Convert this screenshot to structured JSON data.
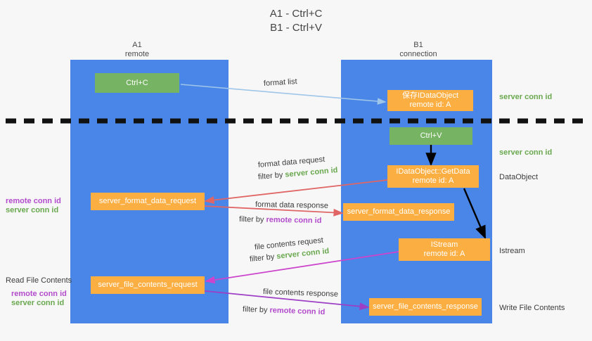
{
  "title": {
    "line1": "A1 - Ctrl+C",
    "line2": "B1 - Ctrl+V"
  },
  "lanes": [
    {
      "name": "A1",
      "sub": "remote"
    },
    {
      "name": "B1",
      "sub": "connection"
    }
  ],
  "nodes": {
    "ctrl_c": {
      "label": "Ctrl+C"
    },
    "ctrl_v": {
      "label": "Ctrl+V"
    },
    "save_idataobject": {
      "label": "保存IDataObject",
      "sub": "remote id: A"
    },
    "getdata": {
      "label": "IDataObject::GetData",
      "sub": "remote id: A"
    },
    "istream": {
      "label": "IStream",
      "sub": "remote id: A"
    },
    "server_format_data_request": {
      "label": "server_format_data_request"
    },
    "server_format_data_response": {
      "label": "server_format_data_response"
    },
    "server_file_contents_request": {
      "label": "server_file_contents_request"
    },
    "server_file_contents_response": {
      "label": "server_file_contents_response"
    }
  },
  "edge_labels": {
    "format_list": "format list",
    "format_data_request": "format data request",
    "format_data_response": "format data response",
    "file_contents_request": "file contents request",
    "file_contents_response": "file contents response",
    "filter_by": "filter by"
  },
  "conn_ids": {
    "server": "server conn id",
    "remote": "remote conn id"
  },
  "side_labels": {
    "dataobject": "DataObject",
    "istream": "Istream",
    "write_file_contents": "Write File Contents",
    "read_file_contents": "Read File Contents"
  },
  "colors": {
    "lane": "#4a86e8",
    "green_box": "#76b362",
    "orange_box": "#fbae41",
    "green_text": "#6aa84f",
    "magenta_text": "#b24bcc",
    "arrow_blue": "#9fc5e8",
    "arrow_red": "#e06666",
    "arrow_magenta": "#cc44cc",
    "arrow_purple": "#9c3fc4",
    "arrow_black": "#000000",
    "background": "#f7f7f7"
  }
}
